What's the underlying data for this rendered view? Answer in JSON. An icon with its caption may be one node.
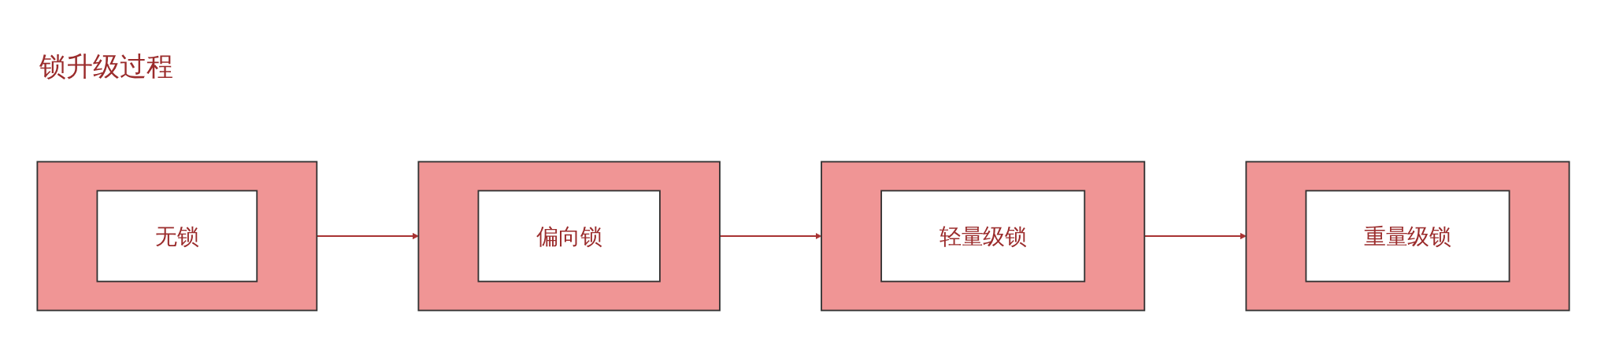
{
  "diagram": {
    "title": "锁升级过程",
    "nodes": [
      {
        "text": [],
        "shape": "box"
      },
      {
        "text": [
          "无锁"
        ],
        "in": 0
      },
      {
        "text": [],
        "shape": "box"
      },
      {
        "text": [
          "偏向锁"
        ],
        "in": 2
      },
      {
        "text": [],
        "shape": "box"
      },
      {
        "text": [
          "轻量级锁"
        ],
        "in": 4
      },
      {
        "text": [],
        "shape": "box"
      },
      {
        "text": [
          "重量级锁"
        ],
        "in": 6
      }
    ],
    "edges": [
      {
        "from": 0,
        "to": 2,
        "arrow": "to"
      },
      {
        "from": 2,
        "to": 4,
        "arrow": "to"
      },
      {
        "from": 4,
        "to": 6,
        "arrow": "to"
      }
    ]
  }
}
